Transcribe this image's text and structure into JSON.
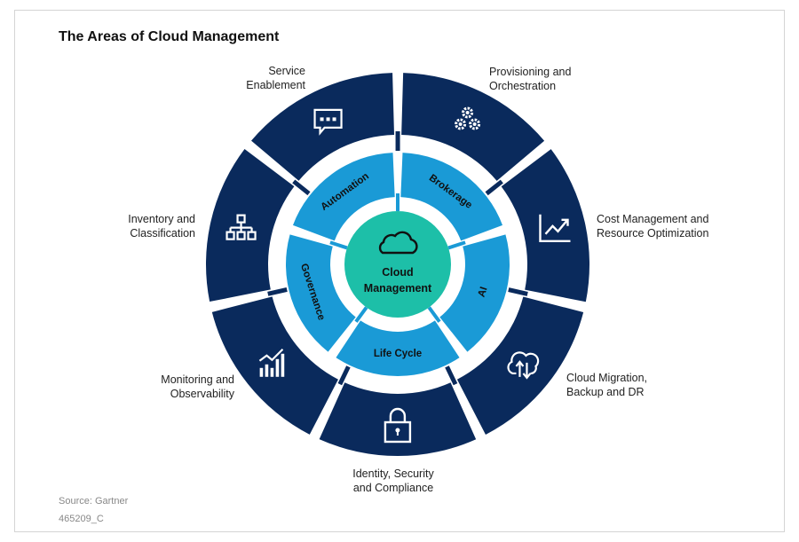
{
  "title": "The Areas of Cloud Management",
  "center": {
    "label_line1": "Cloud",
    "label_line2": "Management",
    "icon": "cloud-icon"
  },
  "inner_ring": [
    {
      "label": "Automation"
    },
    {
      "label": "Brokerage"
    },
    {
      "label": "AI"
    },
    {
      "label": "Life Cycle"
    },
    {
      "label": "Governance"
    }
  ],
  "outer_ring": [
    {
      "line1": "Service",
      "line2": "Enablement",
      "icon": "chat-bubble-icon"
    },
    {
      "line1": "Provisioning and",
      "line2": "Orchestration",
      "icon": "gears-icon"
    },
    {
      "line1": "Cost Management and",
      "line2": "Resource Optimization",
      "icon": "trend-chart-icon"
    },
    {
      "line1": "Cloud Migration,",
      "line2": "Backup and DR",
      "icon": "cloud-upload-download-icon"
    },
    {
      "line1": "Identity, Security",
      "line2": "and Compliance",
      "icon": "padlock-icon"
    },
    {
      "line1": "Monitoring and",
      "line2": "Observability",
      "icon": "bar-chart-icon"
    },
    {
      "line1": "Inventory and",
      "line2": "Classification",
      "icon": "hierarchy-icon"
    }
  ],
  "footer": {
    "source": "Source: Gartner",
    "id": "465209_C"
  },
  "colors": {
    "outer": "#0a2a5c",
    "inner": "#1a9ad6",
    "center": "#1dbfa8",
    "text_dark": "#111111"
  }
}
